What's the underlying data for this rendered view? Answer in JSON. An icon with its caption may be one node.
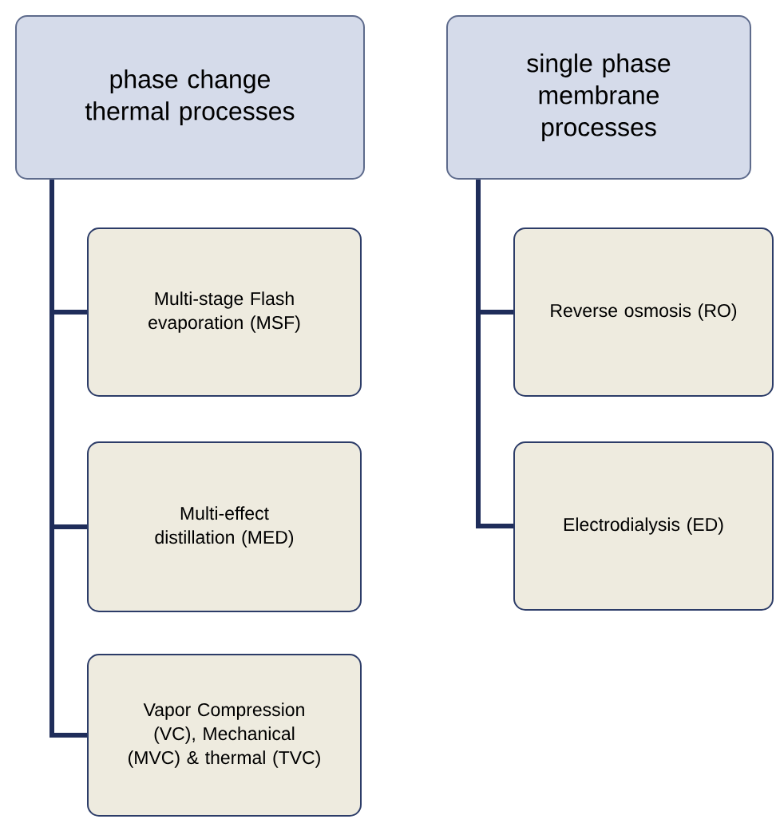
{
  "diagram": {
    "nodes": [
      {
        "text": [
          "phase change thermal processes"
        ]
      },
      {
        "text": [
          "Multi-stage Flash evaporation (MSF)"
        ]
      },
      {
        "text": [
          "Multi-effect distillation (MED)"
        ]
      },
      {
        "text": [
          "Vapor Compression (VC), Mechanical (MVC) & thermal (TVC)"
        ]
      },
      {
        "text": [
          "single phase membrane processes"
        ]
      },
      {
        "text": [
          "Reverse osmosis (RO)"
        ]
      },
      {
        "text": [
          "Electrodialysis (ED)"
        ]
      }
    ],
    "edges": [
      {
        "from": 0,
        "to": 1,
        "arrow": "none"
      },
      {
        "from": 0,
        "to": 2,
        "arrow": "none"
      },
      {
        "from": 0,
        "to": 3,
        "arrow": "none"
      },
      {
        "from": 4,
        "to": 5,
        "arrow": "none"
      },
      {
        "from": 4,
        "to": 6,
        "arrow": "none"
      }
    ]
  }
}
